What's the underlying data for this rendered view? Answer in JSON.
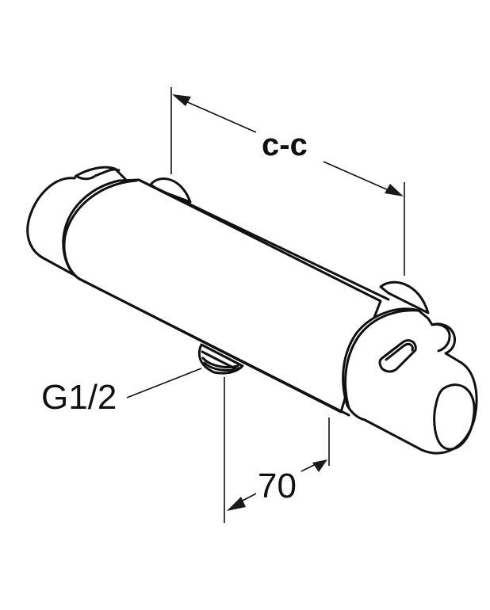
{
  "figure": {
    "subject": "thermostatic-mixer-valve",
    "background_color": "#ffffff",
    "line_color": "#111111"
  },
  "dimensions": {
    "center_to_center": {
      "label": "c-c"
    },
    "thread": {
      "label": "G1/2"
    },
    "outlet_offset": {
      "label": "70"
    }
  }
}
